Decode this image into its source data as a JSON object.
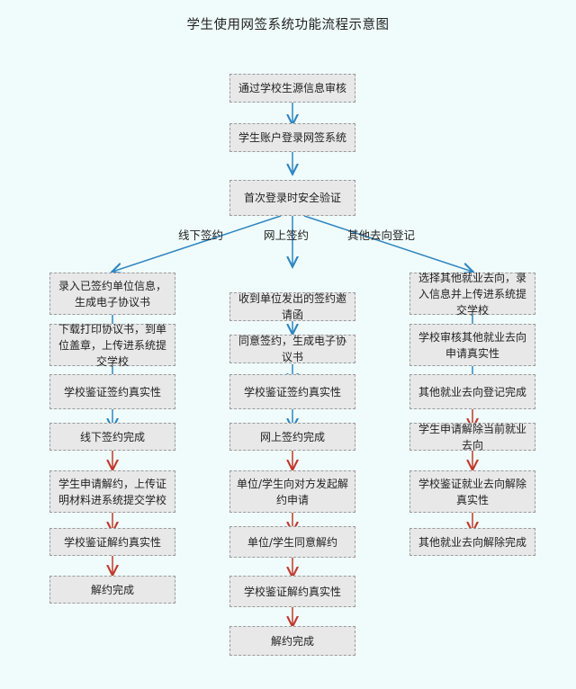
{
  "page": {
    "title": "学生使用网签系统功能流程示意图",
    "background_color": "#f0fbfb",
    "node_fill": "#e8e8e8",
    "node_border": "#9b9b9b",
    "arrow_color_blue": "#2e86c1",
    "arrow_color_red": "#c0392b"
  },
  "flowchart": {
    "type": "flowchart",
    "orientation": "top-down",
    "trunk": [
      {
        "id": "n1",
        "label": "通过学校生源信息审核"
      },
      {
        "id": "n2",
        "label": "学生账户登录网签系统"
      },
      {
        "id": "n3",
        "label": "首次登录时安全验证"
      }
    ],
    "branches": [
      {
        "id": "branch-offline",
        "label": "线下签约",
        "nodes": [
          {
            "id": "L1",
            "label": "录入已签约单位信息，生成电子协议书",
            "arrow_in": "blue"
          },
          {
            "id": "L2",
            "label": "下载打印协议书，到单位盖章，上传进系统提交学校",
            "arrow_in": "blue"
          },
          {
            "id": "L3",
            "label": "学校鉴证签约真实性",
            "arrow_in": "blue"
          },
          {
            "id": "L4",
            "label": "线下签约完成",
            "arrow_in": "blue"
          },
          {
            "id": "L5",
            "label": "学生申请解约，上传证明材料进系统提交学校",
            "arrow_in": "red"
          },
          {
            "id": "L6",
            "label": "学校鉴证解约真实性",
            "arrow_in": "red"
          },
          {
            "id": "L7",
            "label": "解约完成",
            "arrow_in": "red"
          }
        ]
      },
      {
        "id": "branch-online",
        "label": "网上签约",
        "nodes": [
          {
            "id": "M1",
            "label": "收到单位发出的签约邀请函",
            "arrow_in": "blue"
          },
          {
            "id": "M2",
            "label": "同意签约，生成电子协议书",
            "arrow_in": "blue"
          },
          {
            "id": "M3",
            "label": "学校鉴证签约真实性",
            "arrow_in": "blue"
          },
          {
            "id": "M4",
            "label": "网上签约完成",
            "arrow_in": "blue"
          },
          {
            "id": "M5",
            "label": "单位/学生向对方发起解约申请",
            "arrow_in": "red"
          },
          {
            "id": "M6",
            "label": "单位/学生同意解约",
            "arrow_in": "red"
          },
          {
            "id": "M7",
            "label": "学校鉴证解约真实性",
            "arrow_in": "red"
          },
          {
            "id": "M8",
            "label": "解约完成",
            "arrow_in": "red"
          }
        ]
      },
      {
        "id": "branch-other",
        "label": "其他去向登记",
        "nodes": [
          {
            "id": "R1",
            "label": "选择其他就业去向，录入信息并上传进系统提交学校",
            "arrow_in": "blue"
          },
          {
            "id": "R2",
            "label": "学校审核其他就业去向申请真实性",
            "arrow_in": "blue"
          },
          {
            "id": "R3",
            "label": "其他就业去向登记完成",
            "arrow_in": "blue"
          },
          {
            "id": "R4",
            "label": "学生申请解除当前就业去向",
            "arrow_in": "red"
          },
          {
            "id": "R5",
            "label": "学校鉴证就业去向解除真实性",
            "arrow_in": "red"
          },
          {
            "id": "R6",
            "label": "其他就业去向解除完成",
            "arrow_in": "red"
          }
        ]
      }
    ]
  }
}
